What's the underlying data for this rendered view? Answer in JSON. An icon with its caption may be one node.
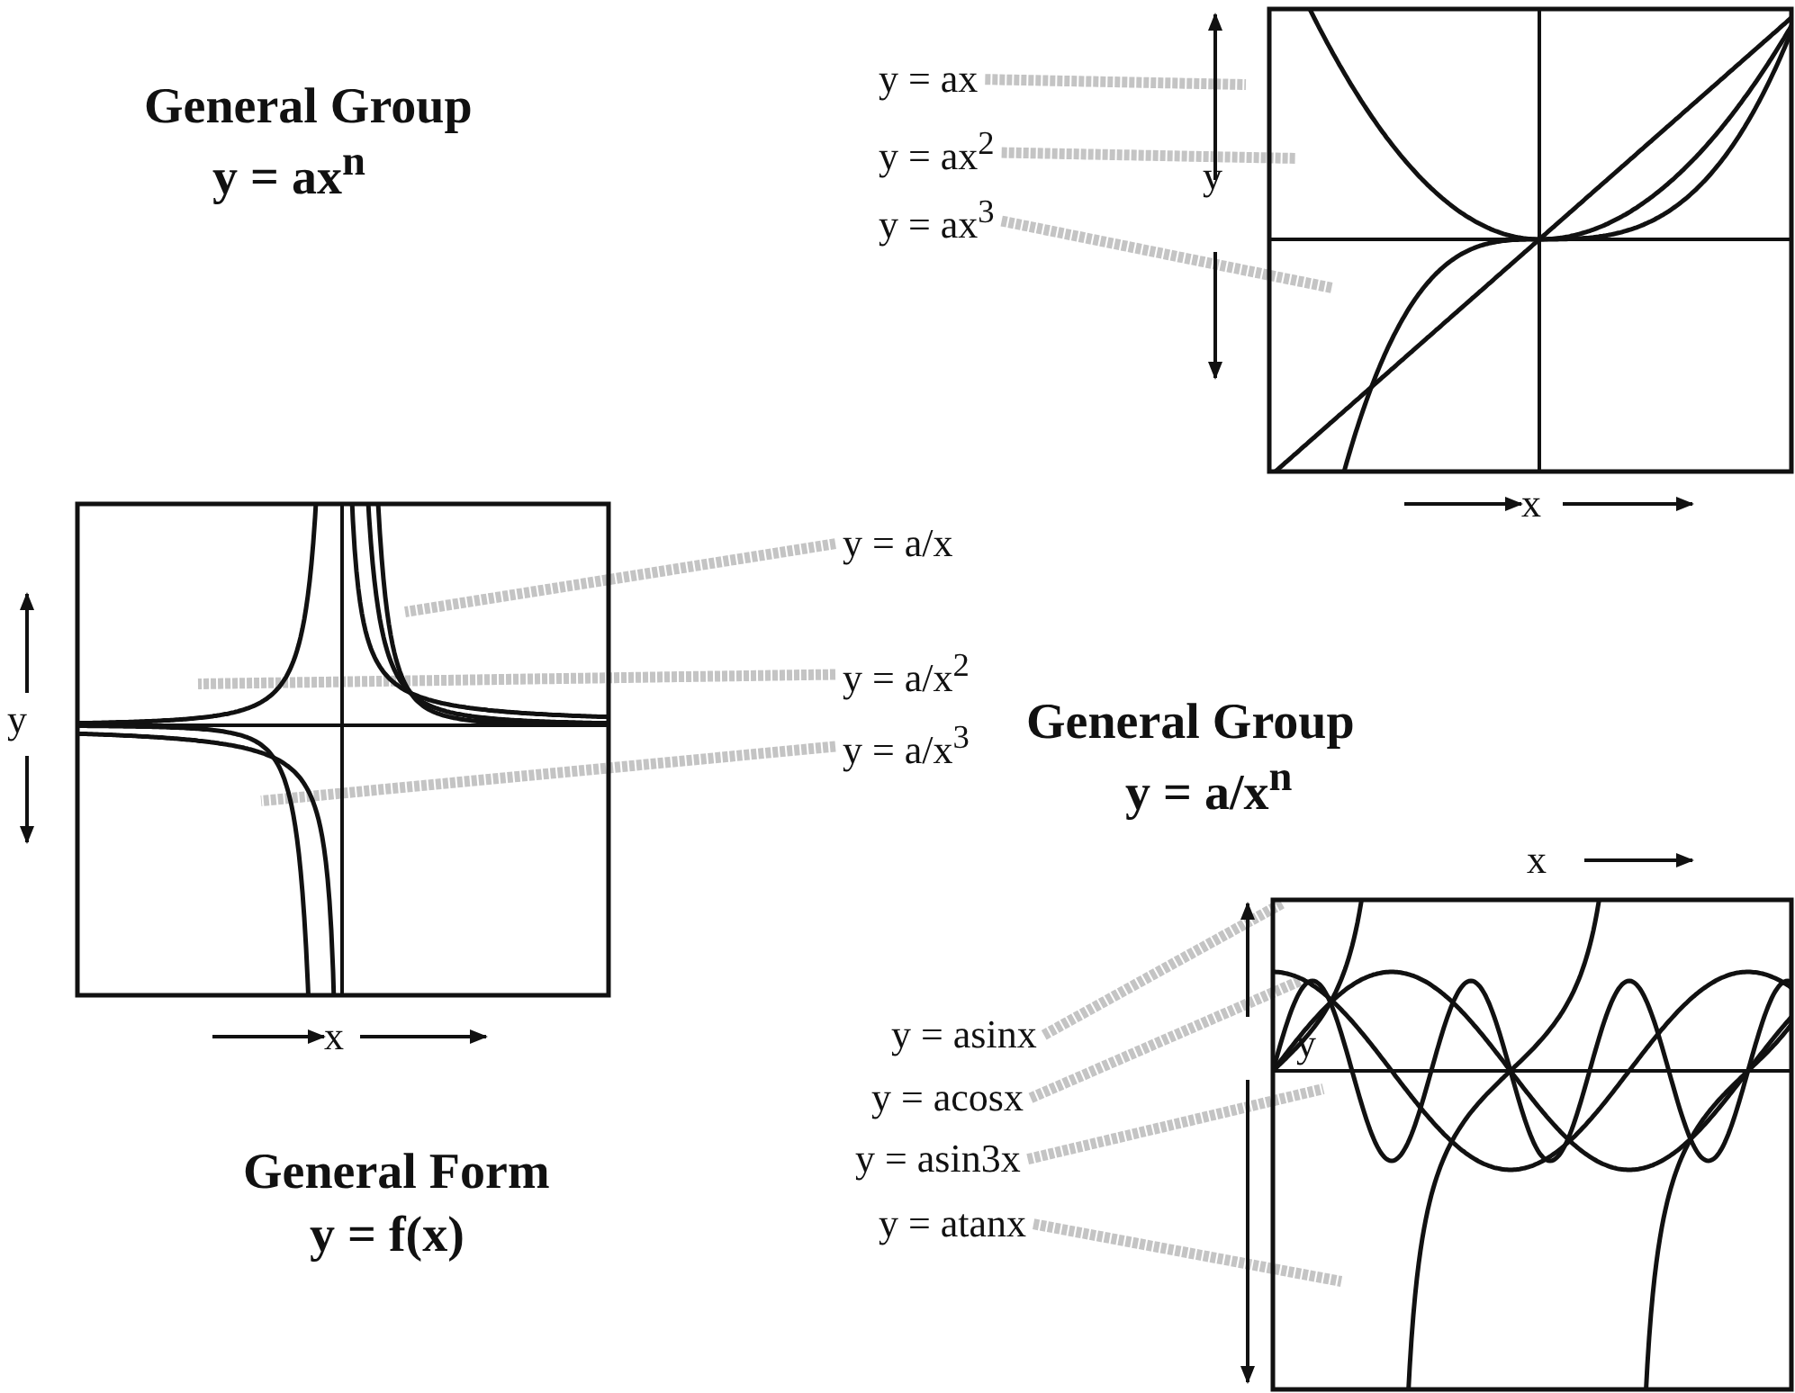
{
  "diagram": {
    "nodes": [
      {
        "text": [
          "y = ax"
        ]
      },
      {
        "text": [
          "y = ax$^{2}$"
        ]
      },
      {
        "text": [
          "y = ax$^{3}$"
        ]
      },
      {
        "text": [
          "y = a/x"
        ]
      },
      {
        "text": [
          "y = a/x$^{2}$"
        ]
      },
      {
        "text": [
          "y = a/x$^{3}$"
        ]
      },
      {
        "text": [
          "y = asinx"
        ]
      },
      {
        "text": [
          "y = acosx"
        ]
      },
      {
        "text": [
          "y = asin3x"
        ]
      },
      {
        "text": [
          "y = atanx"
        ]
      }
    ],
    "edges": [
      {
        "from": 0,
        "to": null,
        "arrow": "none"
      },
      {
        "from": 1,
        "to": null,
        "arrow": "none"
      },
      {
        "from": 2,
        "to": null,
        "arrow": "none"
      },
      {
        "from": 3,
        "to": null,
        "arrow": "none"
      },
      {
        "from": 4,
        "to": null,
        "arrow": "none"
      },
      {
        "from": 5,
        "to": null,
        "arrow": "none"
      },
      {
        "from": 6,
        "to": null,
        "arrow": "none"
      },
      {
        "from": 7,
        "to": null,
        "arrow": "none"
      },
      {
        "from": 8,
        "to": null,
        "arrow": "none"
      },
      {
        "from": 9,
        "to": null,
        "arrow": "none"
      }
    ],
    "labels": [
      "General Group",
      "y = ax$^{n}$",
      "y",
      "x",
      "y",
      "x",
      "General Group",
      "y = a/x$^{n}$",
      "x",
      "y",
      "General Form",
      "y = f(x)"
    ]
  }
}
